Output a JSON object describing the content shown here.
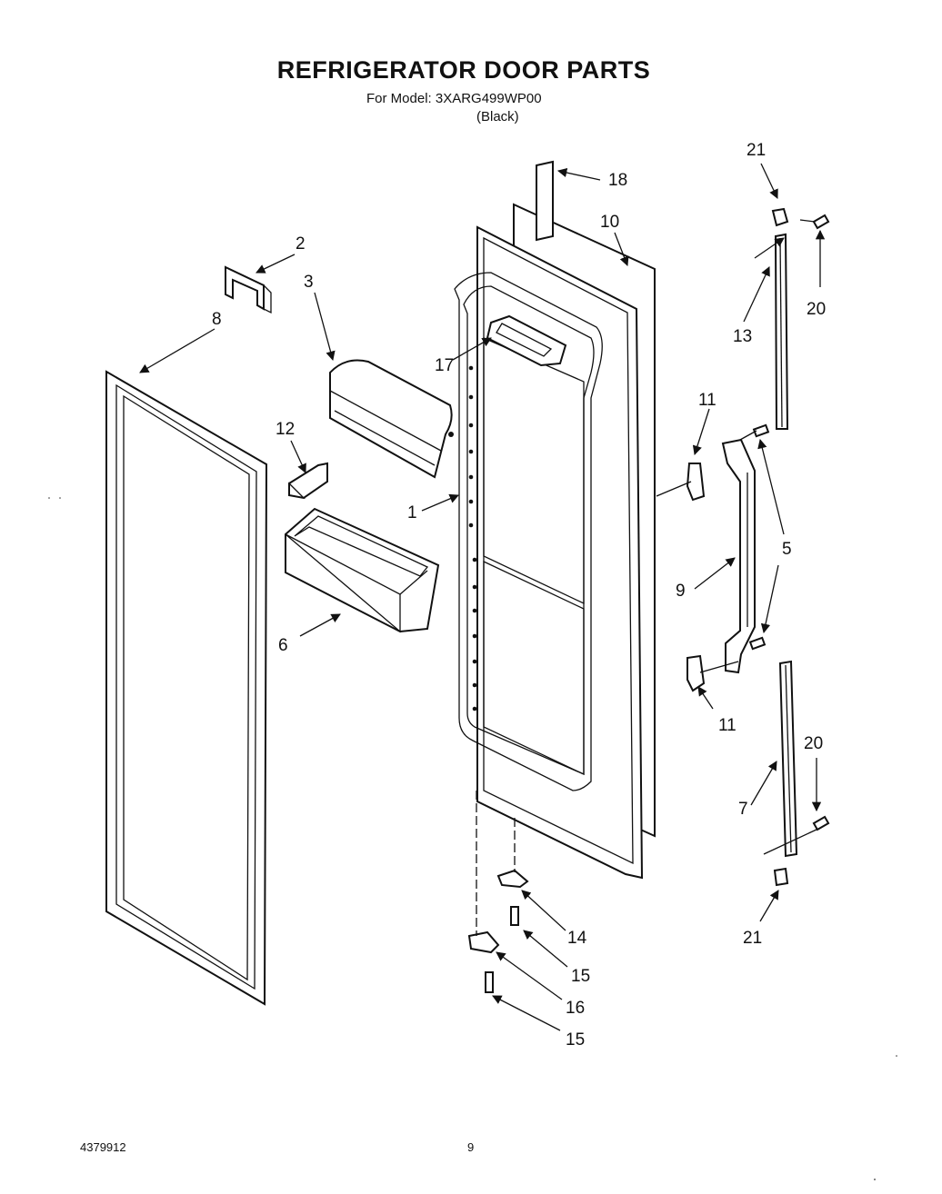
{
  "header": {
    "title": "REFRIGERATOR DOOR PARTS",
    "model_line": "For Model: 3XARG499WP00",
    "color_line": "(Black)"
  },
  "footer": {
    "doc_number": "4379912",
    "page_number": "9"
  },
  "callouts": {
    "c1": "1",
    "c2": "2",
    "c3": "3",
    "c5": "5",
    "c6": "6",
    "c7": "7",
    "c8": "8",
    "c9": "9",
    "c10": "10",
    "c11a": "11",
    "c11b": "11",
    "c12": "12",
    "c13": "13",
    "c14": "14",
    "c15a": "15",
    "c15b": "15",
    "c16": "16",
    "c17": "17",
    "c18": "18",
    "c20a": "20",
    "c20b": "20",
    "c21a": "21",
    "c21b": "21"
  }
}
